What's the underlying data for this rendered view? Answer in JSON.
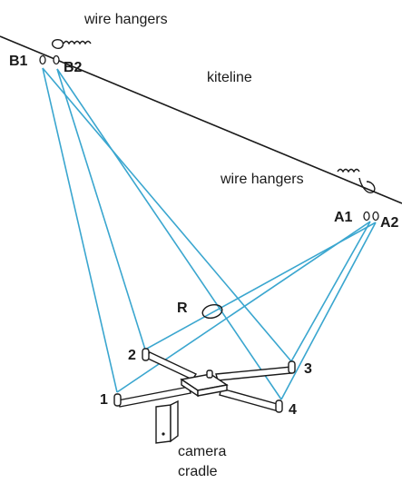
{
  "labels": {
    "wire_hangers_top": "wire hangers",
    "kiteline": "kiteline",
    "wire_hangers_right": "wire hangers",
    "b1": "B1",
    "b2": "B2",
    "a1": "A1",
    "a2": "A2",
    "r": "R",
    "n1": "1",
    "n2": "2",
    "n3": "3",
    "n4": "4",
    "camera_line1": "camera",
    "camera_line2": "cradle"
  },
  "colors": {
    "rope": "#3aa6cf",
    "ink": "#1a1a1a"
  }
}
